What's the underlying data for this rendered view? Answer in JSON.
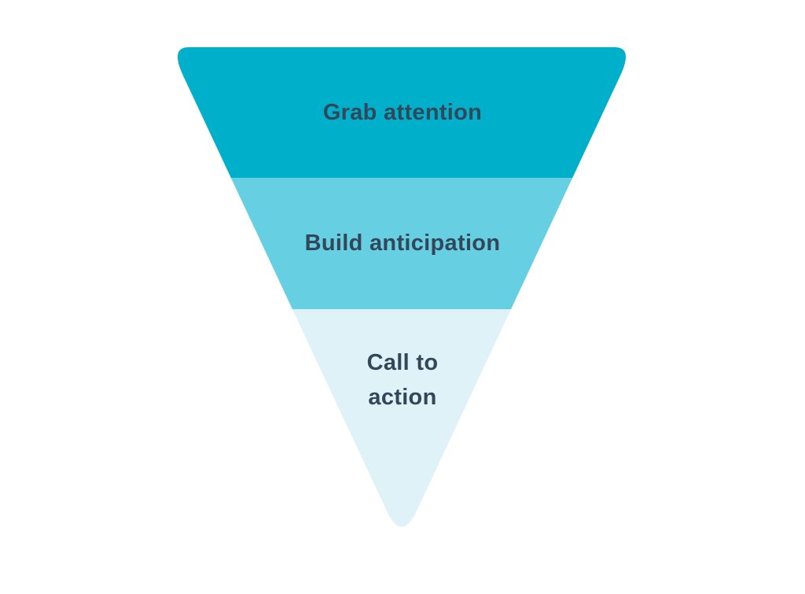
{
  "diagram": {
    "type": "funnel",
    "background": "#ffffff",
    "text_color": "#33475b",
    "sections": [
      {
        "id": "grab-attention",
        "label": "Grab attention",
        "color": "#00b0ca"
      },
      {
        "id": "build-anticipation",
        "label": "Build anticipation",
        "color": "#66cfe2"
      },
      {
        "id": "call-to-action",
        "label": "Call to action",
        "lines": [
          "Call to",
          "action"
        ],
        "color": "#def2f8"
      }
    ]
  }
}
